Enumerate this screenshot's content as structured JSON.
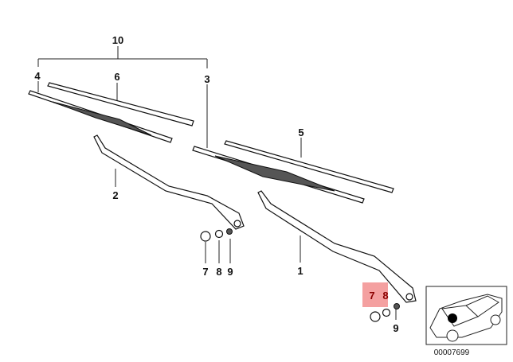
{
  "diagram": {
    "labels": {
      "assembly": "10",
      "blade_left": "4",
      "refill_left": "6",
      "blade_right": "3",
      "refill_right": "5",
      "arm_left": "2",
      "arm_right": "1",
      "cap_left": "7",
      "nut_left": "8",
      "washer_left": "9",
      "cap_right": "7",
      "nut_right": "8",
      "washer_right": "9"
    },
    "highlighted_part": "7",
    "highlight_color": "#f4a0a0",
    "thumbnail_code": "00007699"
  }
}
